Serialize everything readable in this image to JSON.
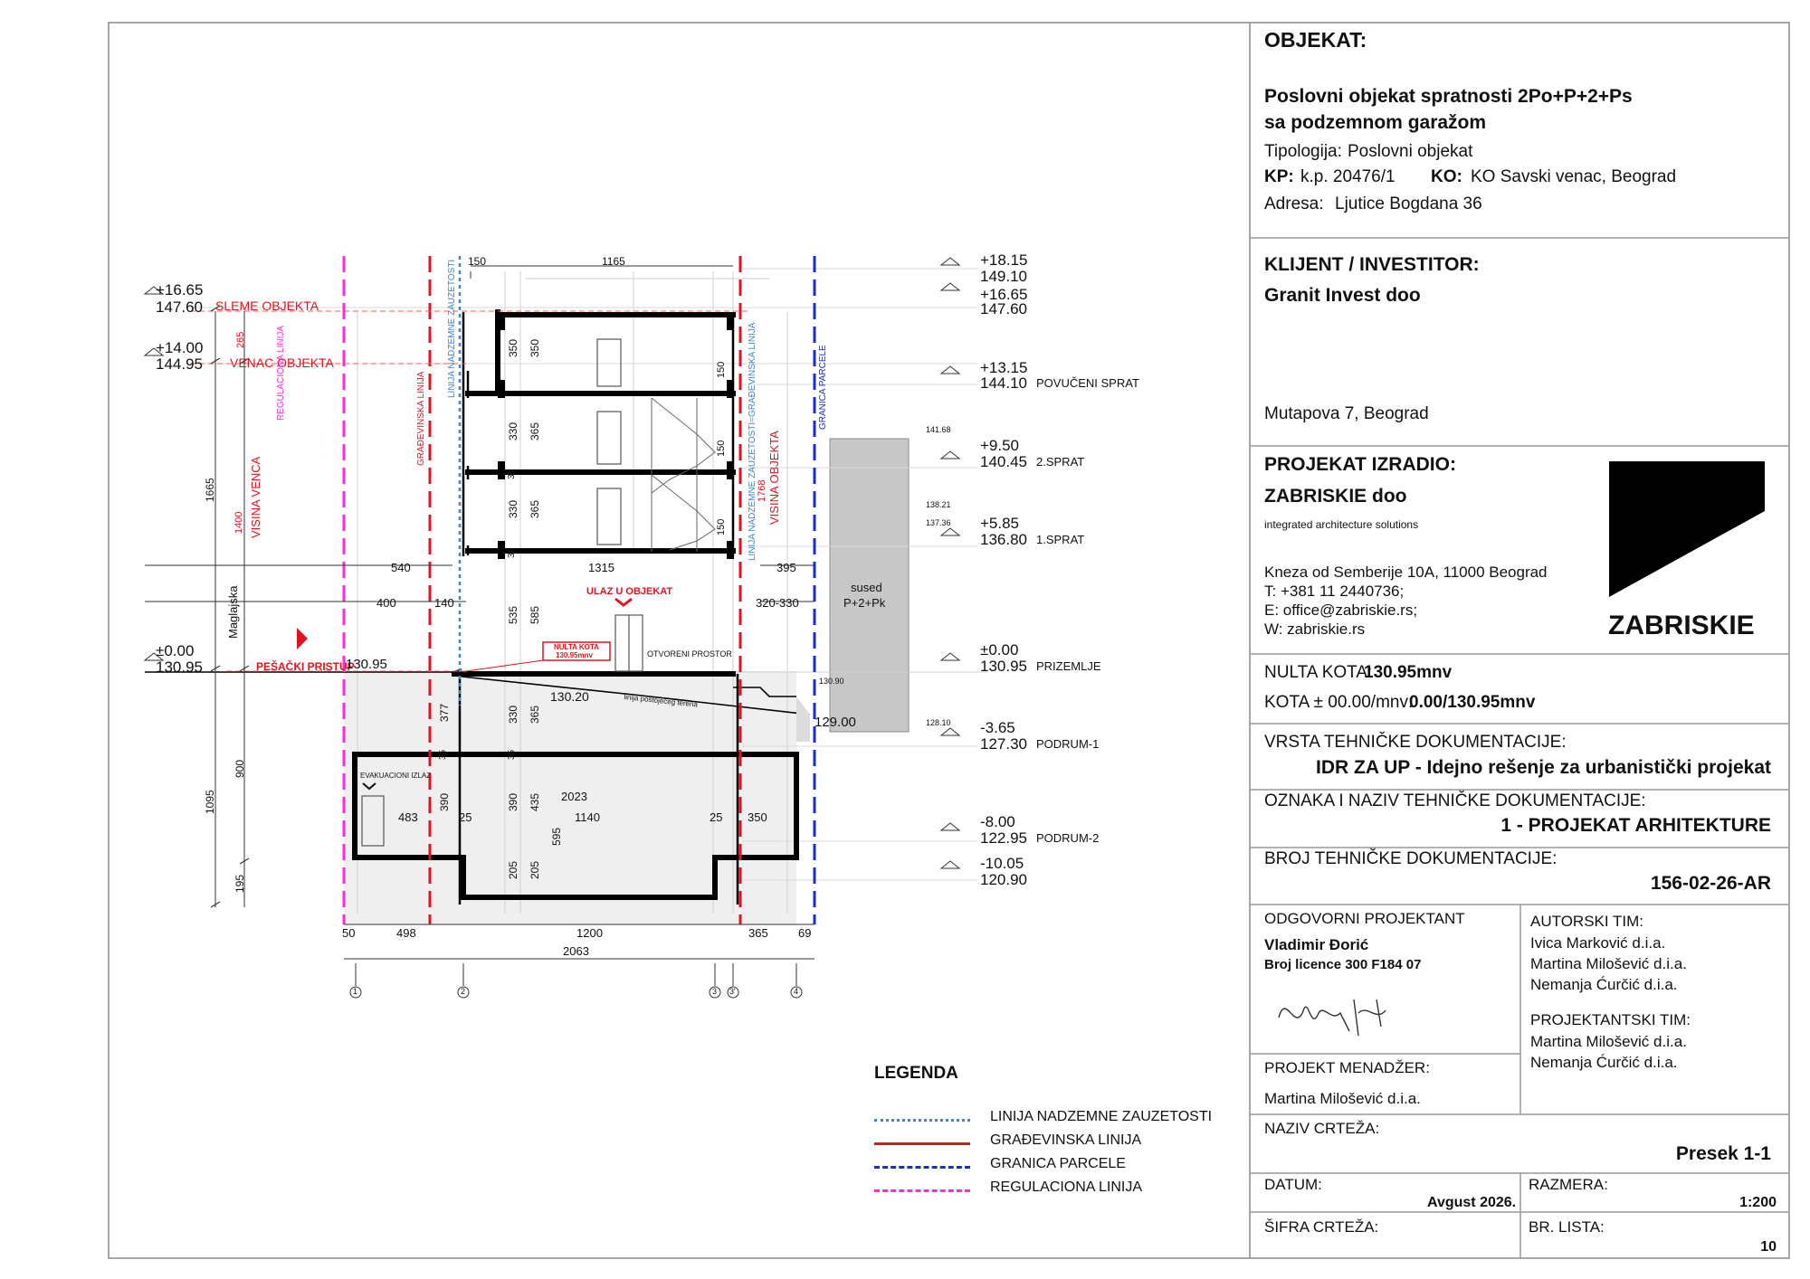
{
  "drawing": {
    "level_labels_left": [
      {
        "rel": "+16.65",
        "abs": "147.60",
        "name": "SLEME OBJEKTA"
      },
      {
        "rel": "+14.00",
        "abs": "144.95",
        "name": "VENAC OBJEKTA"
      },
      {
        "rel": "±0.00",
        "abs": "130.95",
        "name": "PEŠAČKI PRISTUP"
      }
    ],
    "level_labels_right": [
      {
        "rel": "+18.15",
        "abs": "149.10",
        "name": ""
      },
      {
        "rel": "+16.65",
        "abs": "147.60",
        "name": ""
      },
      {
        "rel": "+13.15",
        "abs": "144.10",
        "name": "POVUČENI SPRAT"
      },
      {
        "rel": "+9.50",
        "abs": "140.45",
        "name": "2.SPRAT"
      },
      {
        "rel": "+5.85",
        "abs": "136.80",
        "name": "1.SPRAT"
      },
      {
        "rel": "±0.00",
        "abs": "130.95",
        "name": "PRIZEMLJE"
      },
      {
        "rel": "-3.65",
        "abs": "127.30",
        "name": "PODRUM-1"
      },
      {
        "rel": "-8.00",
        "abs": "122.95",
        "name": "PODRUM-2"
      },
      {
        "rel": "-10.05",
        "abs": "120.90",
        "name": ""
      }
    ],
    "vertical_labels": {
      "regulaciona": "REGULACIONA LINIJA",
      "gradjevinska": "GRAĐEVINSKA LINIJA",
      "nadzemne": "LINIJA NADZEMNE ZAUZETOSTI",
      "gradjevinska_right": "LINIJA NADZEMNE ZAUZETOSTI=GRAĐEVINSKA LINIJA",
      "granica": "GRANICA PARCELE",
      "visina_objekta": "VISINA OBJEKTA",
      "visina_objekta_dim": "1768",
      "visina_venca": "VISINA VENCA",
      "visina_venca_dim": "1400",
      "street": "Maglajska"
    },
    "dims": {
      "top_150": "150",
      "top_1165": "1165",
      "d265": "265",
      "d1665": "1665",
      "d1095": "1095",
      "d900": "900",
      "d195": "195",
      "d540": "540",
      "d1315": "1315",
      "d395": "395",
      "d400": "400",
      "d140": "140",
      "d320": "320-330",
      "d535": "535",
      "d585": "585",
      "d350a": "350",
      "d350b": "350",
      "d330a": "330",
      "d365a": "365",
      "d330b": "330",
      "d365b": "365",
      "d150a": "150",
      "d150b": "150",
      "d150c": "150",
      "d35a": "35",
      "d35b": "35",
      "d35c": "35",
      "d35d": "35",
      "d377": "377",
      "d330c": "330",
      "d365c": "365",
      "d390a": "390",
      "d390b": "390",
      "d435": "435",
      "d2023": "2023",
      "d595": "595",
      "d483": "483",
      "d25a": "25",
      "d1140": "1140",
      "d25b": "25",
      "d350c": "350",
      "d205a": "205",
      "d205b": "205",
      "b50": "50",
      "b498": "498",
      "b1200": "1200",
      "b365": "365",
      "b69": "69",
      "b2063": "2063",
      "axes": [
        "1",
        "2",
        "3",
        "3'",
        "4"
      ]
    },
    "annotations": {
      "ulaz": "ULAZ U OBJEKAT",
      "nulta_kota_1": "NULTA KOTA",
      "nulta_kota_2": "130.95mnv",
      "otvoreni": "OTVORENI PROSTOR",
      "teren": "linija postojećeg terena",
      "k13095": "130.95",
      "k13020": "130.20",
      "k12900": "129.00",
      "k13090": "130.90",
      "k12810": "128.10",
      "k14168": "141.68",
      "k13821": "138.21",
      "k13736": "137.36",
      "sused_1": "sused",
      "sused_2": "P+2+Pk",
      "evakuacioni": "EVAKUACIONI IZLAZ"
    }
  },
  "legend": {
    "title": "LEGENDA",
    "items": [
      {
        "label": "LINIJA NADZEMNE ZAUZETOSTI",
        "color": "#3a86d4",
        "style": "dotted"
      },
      {
        "label": "GRAĐEVINSKA LINIJA",
        "color": "#e0141e",
        "style": "solid"
      },
      {
        "label": "GRANICA PARCELE",
        "color": "#1a2bd8",
        "style": "dashed"
      },
      {
        "label": "REGULACIONA LINIJA",
        "color": "#ff2bd6",
        "style": "dashed"
      }
    ]
  },
  "title_block": {
    "objekat_label": "OBJEKAT:",
    "objekat_line1": "Poslovni objekat spratnosti 2Po+P+2+Ps",
    "objekat_line2": "sa podzemnom garažom",
    "tipologija_label": "Tipologija:",
    "tipologija_value": "Poslovni objekat",
    "kp_label": "KP:",
    "kp_value": "k.p. 20476/1",
    "ko_label": "KO:",
    "ko_value": "KO Savski venac, Beograd",
    "adresa_label": "Adresa:",
    "adresa_value": "Ljutice Bogdana 36",
    "klijent_label": "KLIJENT / INVESTITOR:",
    "klijent_name": "Granit Invest doo",
    "klijent_address": "Mutapova 7, Beograd",
    "izradio_label": "PROJEKAT IZRADIO:",
    "izradio_name": "ZABRISKIE doo",
    "izradio_tagline": "integrated architecture solutions",
    "izradio_address": "Kneza od Semberije 10A, 11000 Beograd",
    "izradio_tel": "T: +381 11 2440736;",
    "izradio_email": "E: office@zabriskie.rs;",
    "izradio_web": "W: zabriskie.rs",
    "logo_text": "ZABRISKIE",
    "nulta_label": "NULTA KOTA:",
    "nulta_value": "130.95mnv",
    "kota_label": "KOTA ± 00.00/mnv:",
    "kota_value": "0.00/130.95mnv",
    "vrsta_label": "VRSTA TEHNIČKE DOKUMENTACIJE:",
    "vrsta_value": "IDR ZA UP - Idejno rešenje za urbanistički projekat",
    "oznaka_label": "OZNAKA I NAZIV TEHNIČKE DOKUMENTACIJE:",
    "oznaka_value": "1 - PROJEKAT ARHITEKTURE",
    "broj_label": "BROJ TEHNIČKE DOKUMENTACIJE:",
    "broj_value": "156-02-26-AR",
    "odgovorni_label": "ODGOVORNI PROJEKTANT",
    "odgovorni_name": "Vladimir Đorić",
    "odgovorni_licence": "Broj licence 300 F184 07",
    "autorski_label": "AUTORSKI TIM:",
    "autorski_1": "Ivica Marković d.i.a.",
    "autorski_2": "Martina Milošević d.i.a.",
    "autorski_3": "Nemanja Ćurčić d.i.a.",
    "projektantski_label": "PROJEKTANTSKI TIM:",
    "projektantski_1": "Martina Milošević d.i.a.",
    "projektantski_2": "Nemanja Ćurčić d.i.a.",
    "menadzer_label": "PROJEKT MENADŽER:",
    "menadzer_name": "Martina Milošević d.i.a.",
    "naziv_label": "NAZIV CRTEŽA:",
    "naziv_value": "Presek 1-1",
    "datum_label": "DATUM:",
    "datum_value": "Avgust 2026.",
    "razmera_label": "RAZMERA:",
    "razmera_value": "1:200",
    "sifra_label": "ŠIFRA CRTEŽA:",
    "br_lista_label": "BR. LISTA:",
    "br_lista_value": "10"
  }
}
